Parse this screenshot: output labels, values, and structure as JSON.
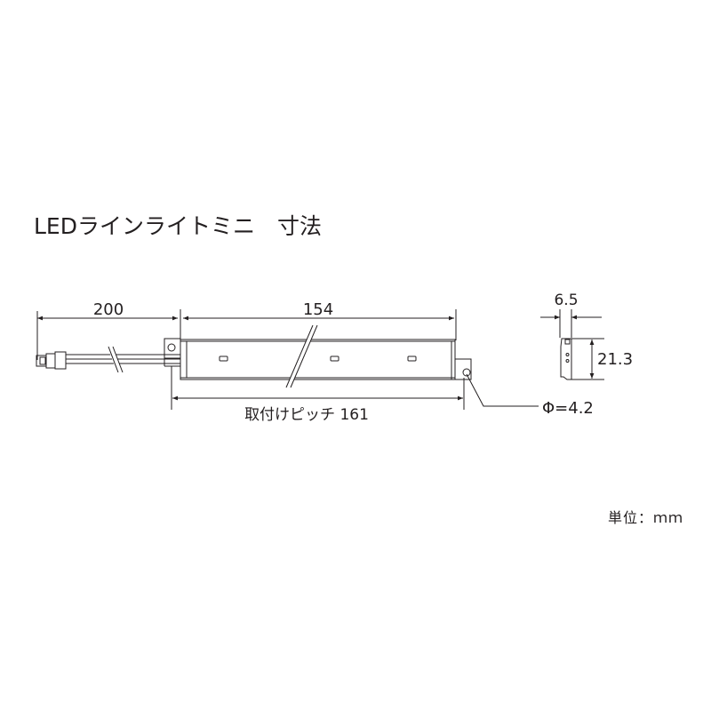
{
  "title": "LEDラインライトミニ　寸法",
  "unit_label": "単位：ｍｍ",
  "dimensions": {
    "cable_length": "200",
    "body_length": "154",
    "mounting_pitch": "取付けピッチ 161",
    "hole_diameter": "Φ=4.2",
    "depth": "6.5",
    "height": "21.3"
  },
  "colors": {
    "line": "#231f20",
    "background": "#ffffff"
  }
}
